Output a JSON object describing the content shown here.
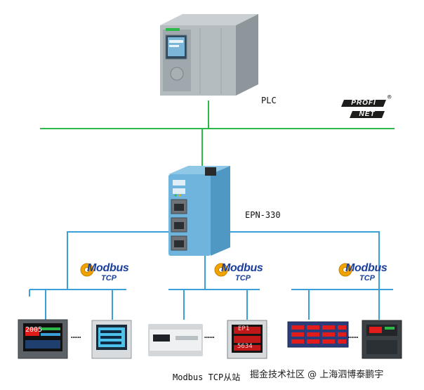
{
  "labels": {
    "plc": "PLC",
    "gateway": "EPN-330",
    "slaves": "Modbus TCP从站",
    "watermark": "掘金技术社区 @ 上海泗博泰鹏宇"
  },
  "profinet": {
    "top": "PROFI",
    "bottom": "NET",
    "reg": "®"
  },
  "modbus": {
    "word": "Modbus",
    "sub": "TCP"
  },
  "ellipsis": "……",
  "device_screens": {
    "recorder": "2005",
    "panel_meter": "EP1",
    "panel_meter_value": "5634"
  },
  "colors": {
    "profinet_bus": "#2db84a",
    "modbus_bus": "#3aa0d8",
    "drop_line": "#2db84a"
  }
}
